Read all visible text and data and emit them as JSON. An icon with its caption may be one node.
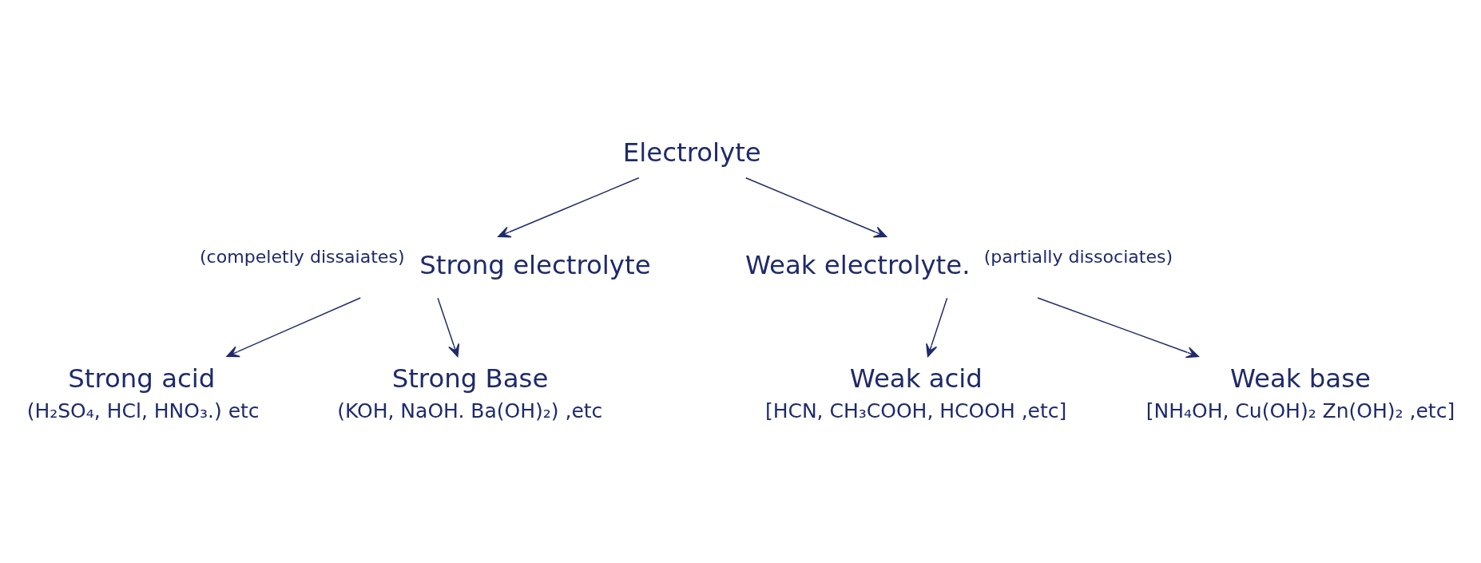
{
  "diagram": {
    "nodes": [
      {
        "text": [
          "Electrolyte"
        ]
      },
      {
        "text": [
          "Strong electrolyte"
        ],
        "beside": [
          "(compeletly dissaiates)"
        ]
      },
      {
        "text": [
          "Weak electrolyte."
        ],
        "beside": [
          "(partially dissociates)"
        ]
      },
      {
        "text": [
          "Strong acid",
          "(H₂SO₄, HCl, HNO₃.) etc"
        ]
      },
      {
        "text": [
          "Strong Base",
          "(KOH, NaOH. Ba(OH)₂) ,etc"
        ]
      },
      {
        "text": [
          "Weak acid",
          "[HCN, CH₃COOH, HCOOH ,etc]"
        ]
      },
      {
        "text": [
          "Weak base",
          "[NH₄OH, Cu(OH)₂ Zn(OH)₂ ,etc]"
        ]
      }
    ],
    "edges": [
      {
        "from": 0,
        "to": 1,
        "arrow": "to"
      },
      {
        "from": 0,
        "to": 2,
        "arrow": "to"
      },
      {
        "from": 1,
        "to": 3,
        "arrow": "to"
      },
      {
        "from": 1,
        "to": 4,
        "arrow": "to"
      },
      {
        "from": 2,
        "to": 5,
        "arrow": "to"
      },
      {
        "from": 2,
        "to": 6,
        "arrow": "to"
      }
    ]
  }
}
